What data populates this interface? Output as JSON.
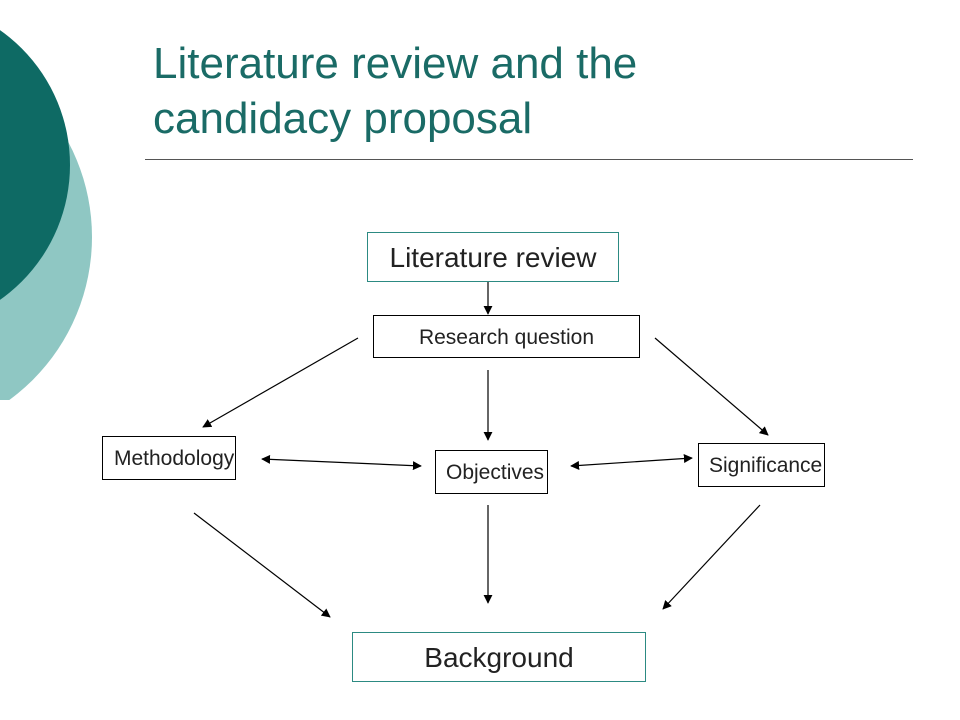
{
  "slide": {
    "title_line1": "Literature review and the",
    "title_line2": "candidacy proposal"
  },
  "diagram": {
    "nodes": {
      "literature_review": "Literature review",
      "research_question": "Research question",
      "methodology": "Methodology",
      "objectives": "Objectives",
      "significance": "Significance",
      "background": "Background"
    }
  },
  "colors": {
    "accent_dark": "#0e6a64",
    "accent_light": "#8fc7c3",
    "title": "#1a6b66",
    "box_border_accent": "#2c8a82"
  }
}
